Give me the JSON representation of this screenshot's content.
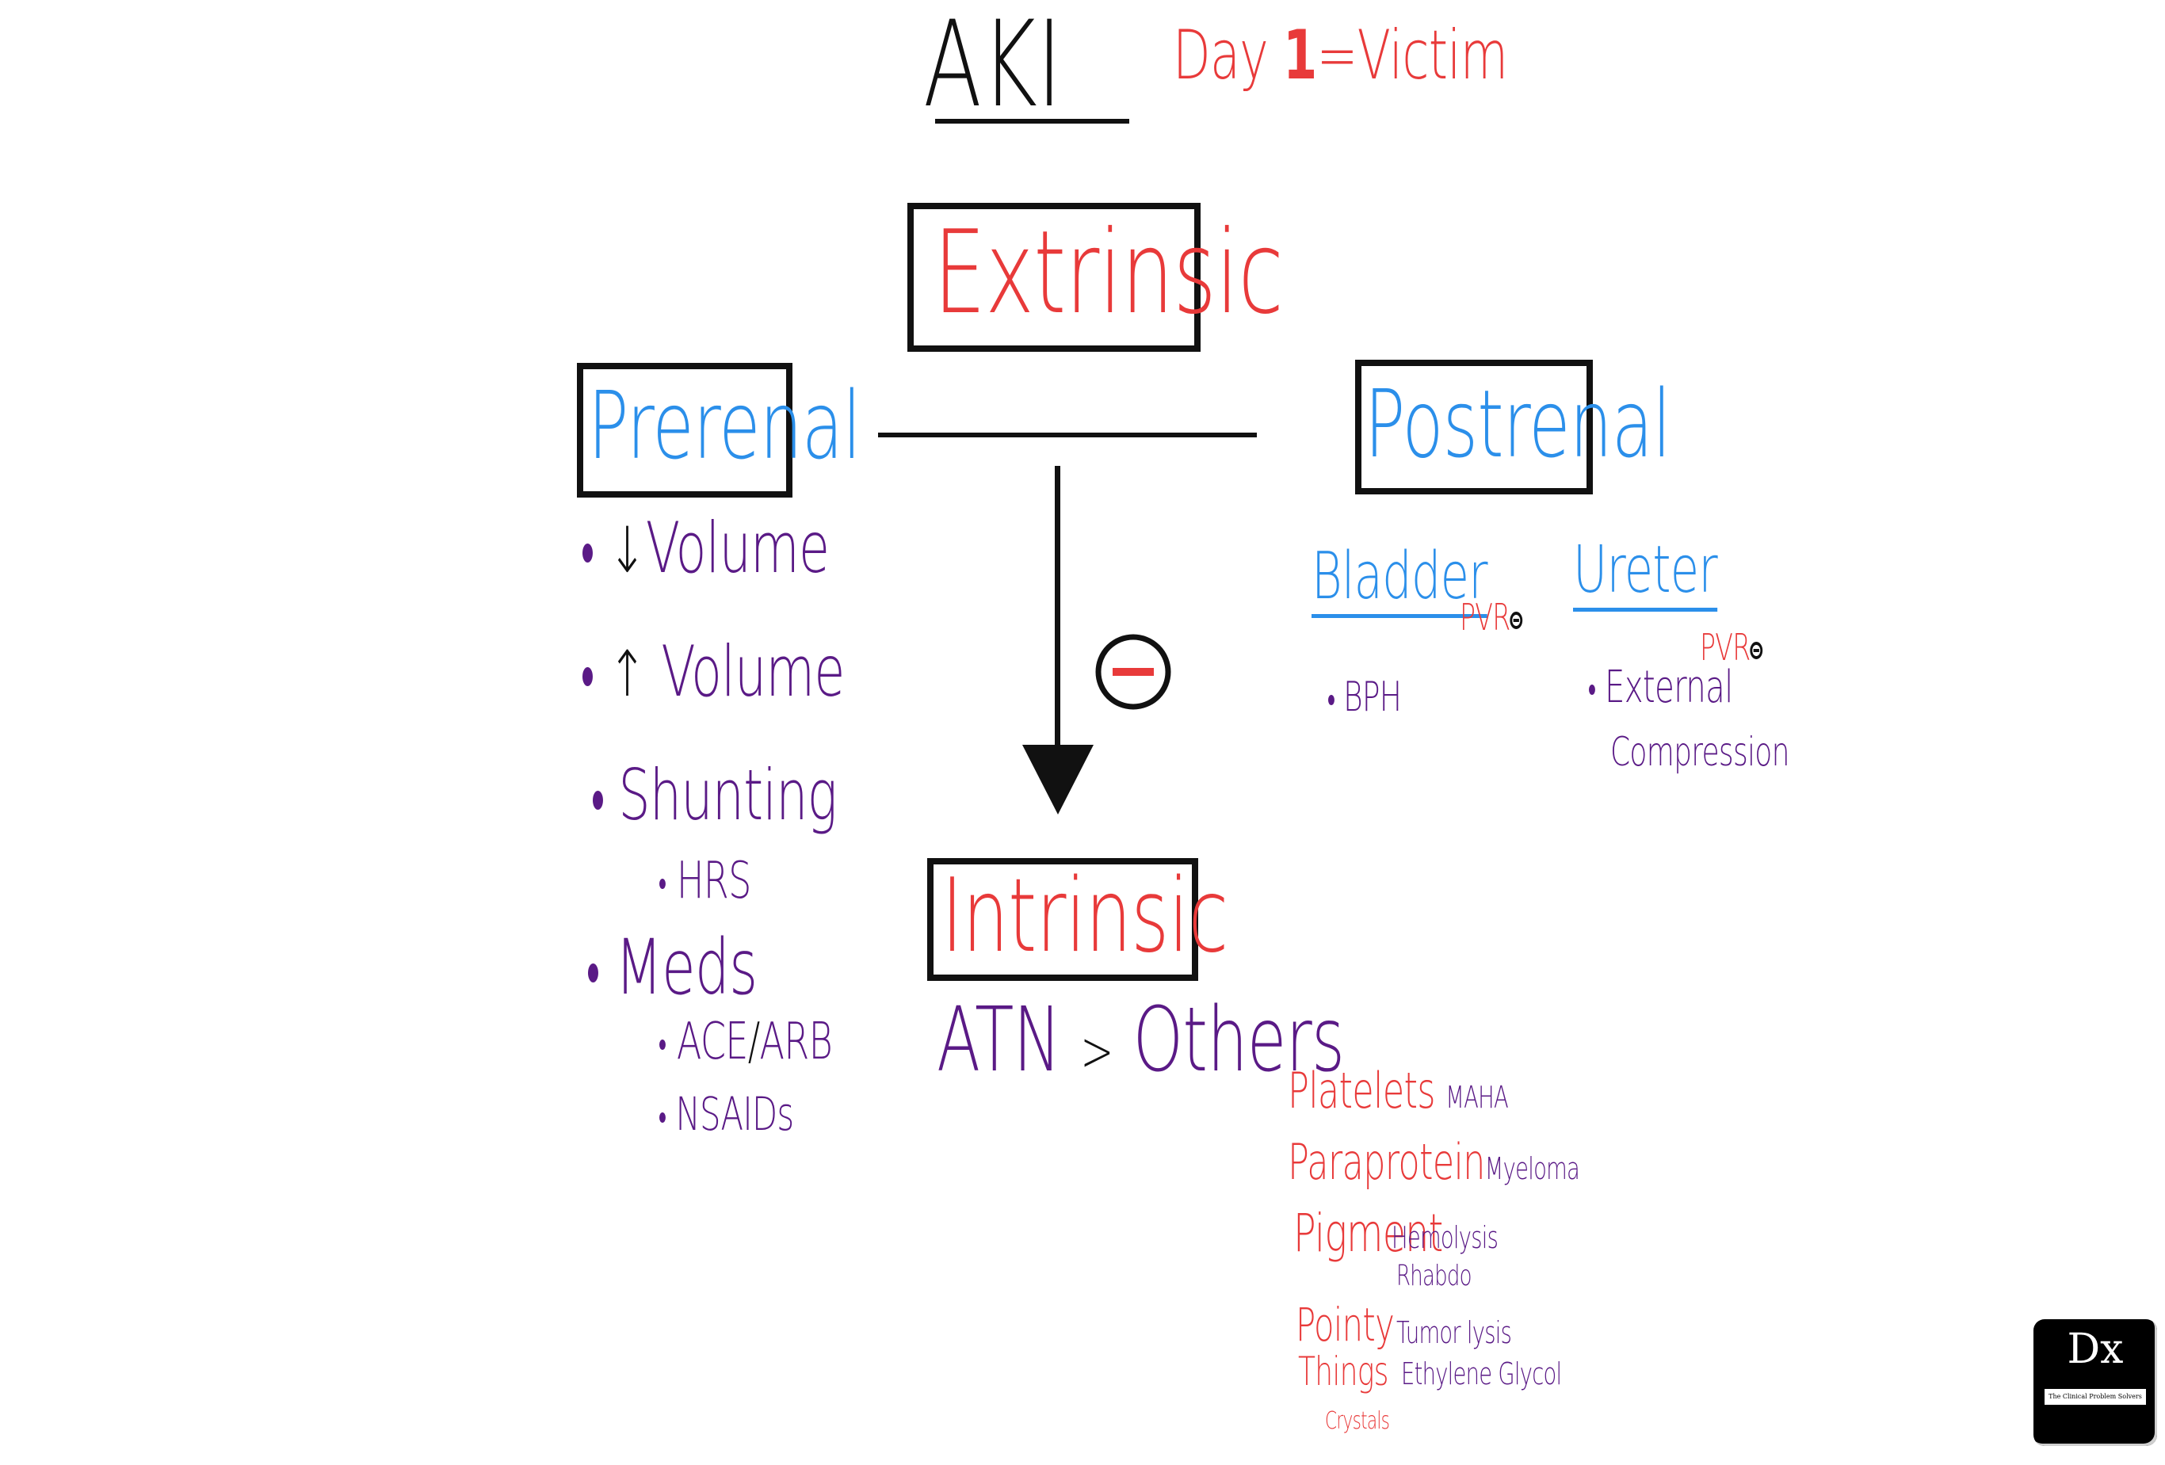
{
  "title": "AKI",
  "subtitle": {
    "day": "Day",
    "num": "1",
    "eq": "=",
    "victim": "Victim"
  },
  "extrinsic": "Extrinsic",
  "prerenal": {
    "label": "Prerenal",
    "items": [
      {
        "text": "Volume",
        "arrow": "↓"
      },
      {
        "text": "Volume",
        "arrow": "↑"
      },
      {
        "text": "Shunting"
      },
      {
        "text": "HRS",
        "sub": true
      },
      {
        "text": "Meds"
      },
      {
        "text": "ACE",
        "slash": "/",
        "text2": "ARB",
        "sub": true
      },
      {
        "text": "NSAIDs",
        "sub": true
      }
    ]
  },
  "postrenal": {
    "label": "Postrenal",
    "bladder": {
      "label": "Bladder",
      "pvr": "PVR",
      "items": [
        "BPH"
      ]
    },
    "ureter": {
      "label": "Ureter",
      "pvr": "PVR",
      "items": [
        "External",
        "Compression"
      ]
    }
  },
  "intrinsic": {
    "label": "Intrinsic",
    "atn": "ATN",
    "gt": ">",
    "others": "Others",
    "causes": [
      {
        "label": "Platelets",
        "detail": "MAHA"
      },
      {
        "label": "Paraprotein",
        "detail": "Myeloma"
      },
      {
        "label": "Pigment",
        "detail": "Hemolysis",
        "detail2": "Rhabdo"
      },
      {
        "label": "Pointy",
        "label2": "Things",
        "label3": "Crystals",
        "detail": "Tumor lysis",
        "detail2": "Ethylene Glycol"
      }
    ]
  },
  "logo": {
    "mark": "Dx",
    "caption": "The Clinical Problem Solvers"
  },
  "colors": {
    "red": "#e83a3a",
    "blue": "#2b8fea",
    "purple": "#5a1a86",
    "black": "#111111"
  },
  "icons": [
    "minus-circle-icon",
    "down-arrow-icon",
    "up-arrow-icon",
    "plus-circle-icon"
  ]
}
